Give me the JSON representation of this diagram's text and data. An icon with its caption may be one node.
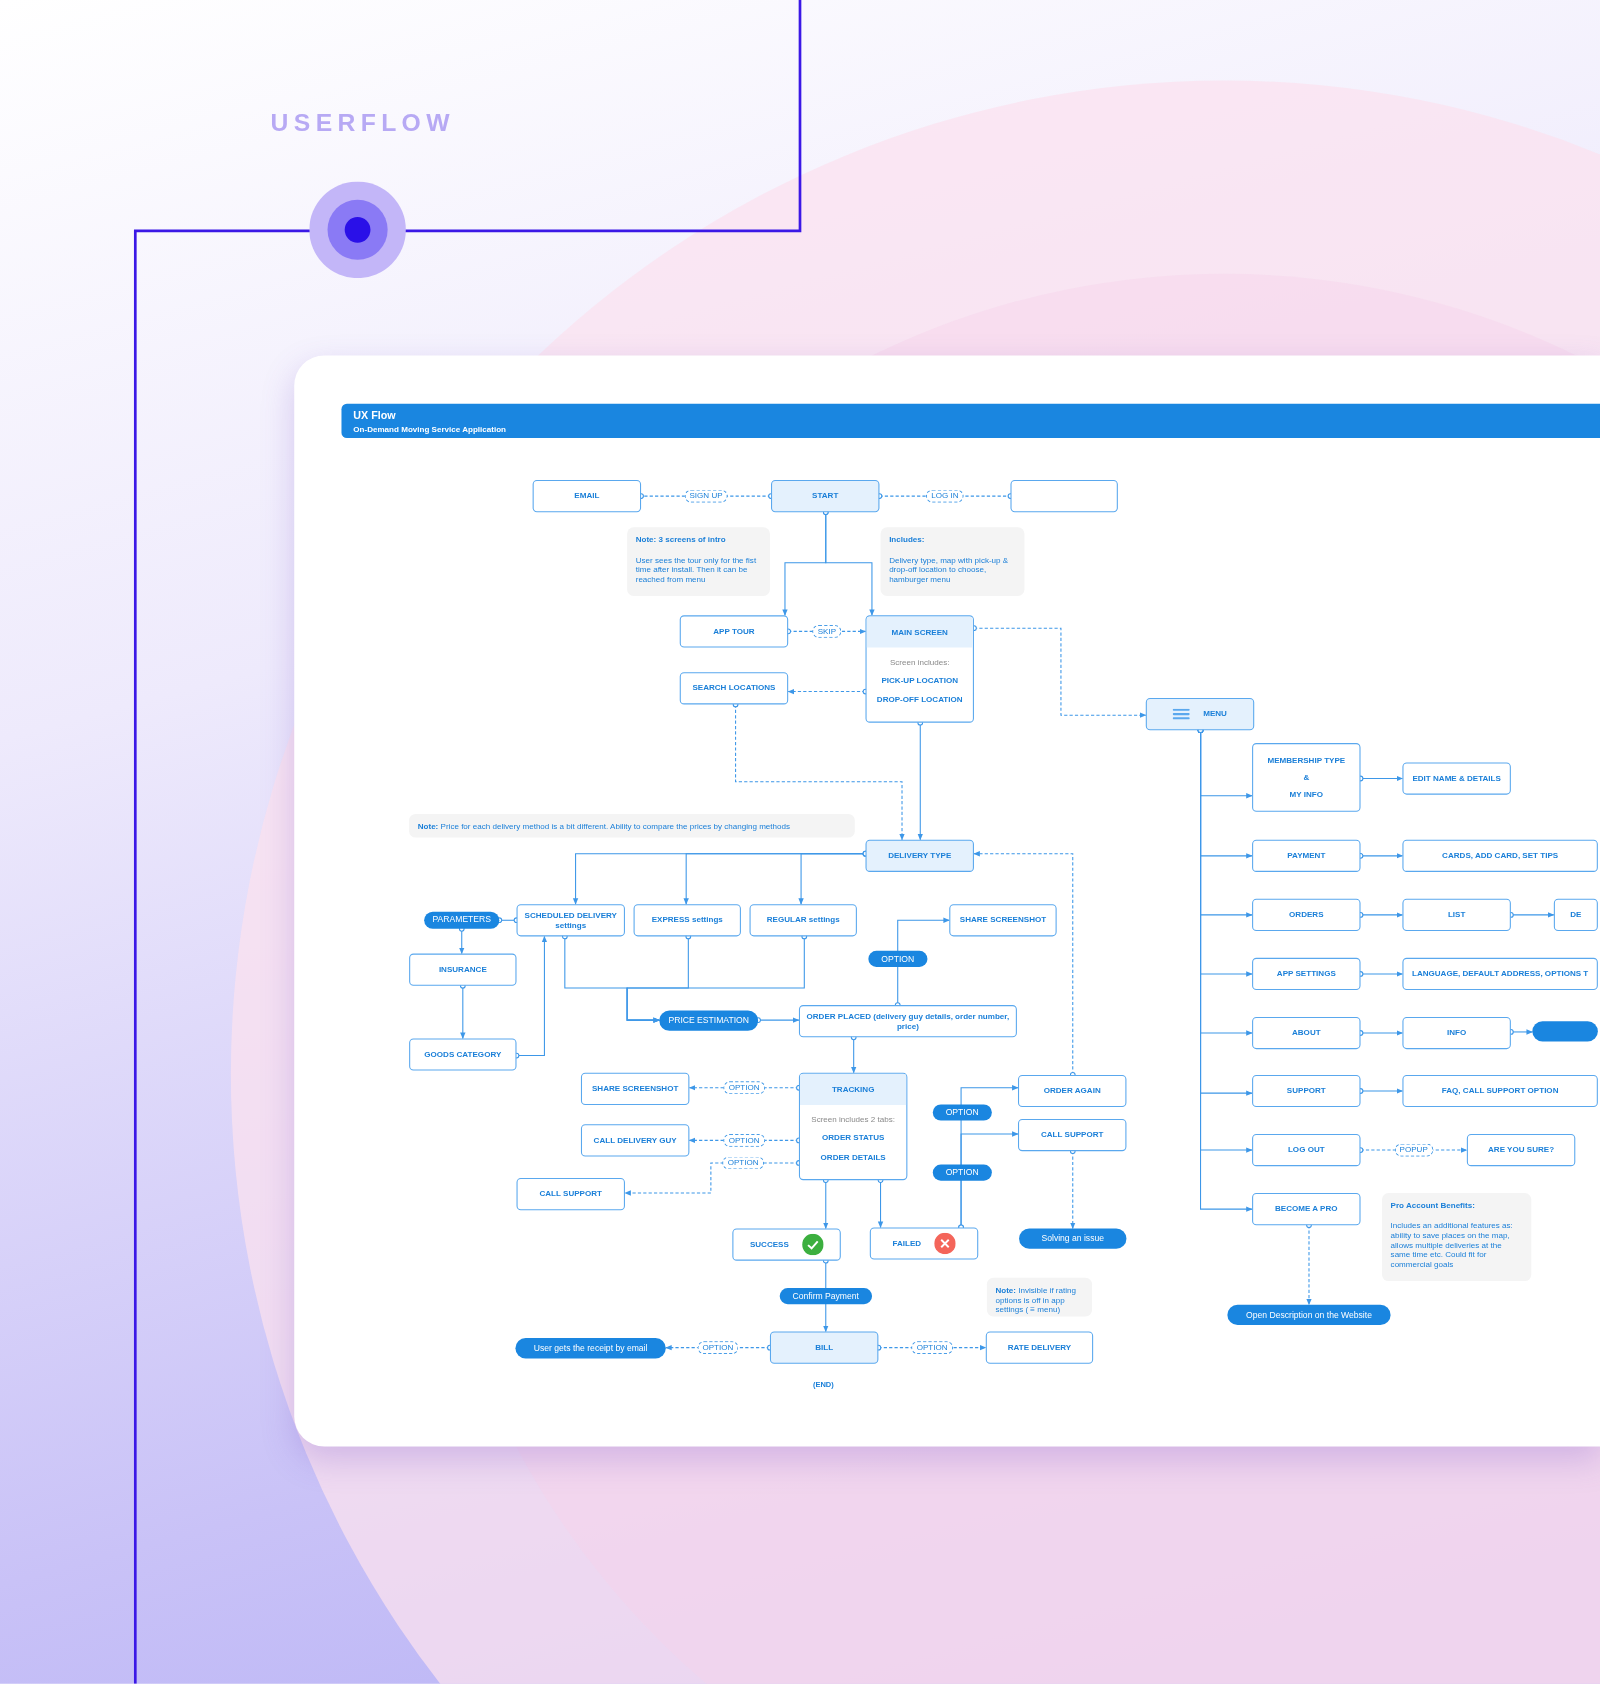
{
  "diagram": {
    "title": "USERFLOW",
    "nodes": [
      {
        "text": [
          "EMAIL"
        ]
      },
      {
        "text": [
          "START"
        ]
      },
      {
        "text": [],
        "shape": "box"
      },
      {
        "text": [
          "Note: 3 screens of intro",
          "User sees the tour only for the fist time after install. Then it can be reached from menu"
        ]
      },
      {
        "text": [
          "Includes:",
          "Delivery type, map with pick-up & drop-off location to choose, hamburger menu"
        ]
      },
      {
        "text": [
          "APP TOUR"
        ]
      },
      {
        "text": [
          "MAIN SCREEN",
          "Screen includes:",
          "PICK-UP LOCATION",
          "DROP-OFF LOCATION"
        ]
      },
      {
        "text": [
          "SEARCH LOCATIONS"
        ]
      },
      {
        "text": [
          "MENU"
        ]
      },
      {
        "text": [
          "MEMBERSHIP TYPE",
          "&",
          "MY INFO"
        ]
      },
      {
        "text": [
          "EDIT NAME & DETAILS"
        ]
      },
      {
        "text": [
          "**Note:** Price for each delivery method is a bit different. Ability to compare the prices by changing methods"
        ]
      },
      {
        "text": [
          "DELIVERY TYPE"
        ]
      },
      {
        "text": [
          "PAYMENT"
        ]
      },
      {
        "text": [
          "CARDS, ADD CARD, SET TIPS"
        ]
      },
      {
        "text": [
          "PARAMETERS"
        ]
      },
      {
        "text": [
          "SCHEDULED DELIVERY settings"
        ]
      },
      {
        "text": [
          "EXPRESS settings"
        ]
      },
      {
        "text": [
          "REGULAR settings"
        ]
      },
      {
        "text": [
          "SHARE SCREENSHOT"
        ]
      },
      {
        "text": [
          "ORDERS"
        ]
      },
      {
        "text": [
          "LIST"
        ]
      },
      {
        "text": [
          "DE"
        ]
      },
      {
        "text": [
          "INSURANCE"
        ]
      },
      {
        "text": [
          "APP SETTINGS"
        ]
      },
      {
        "text": [
          "LANGUAGE, DEFAULT ADDRESS, OPTIONS T"
        ]
      },
      {
        "text": [
          "PRICE ESTIMATION"
        ]
      },
      {
        "text": [
          "ORDER PLACED (delivery guy details, order number, price)"
        ]
      },
      {
        "text": [
          "ABOUT"
        ]
      },
      {
        "text": [
          "INFO"
        ]
      },
      {
        "text": [],
        "shape": "pill"
      },
      {
        "text": [
          "GOODS CATEGORY"
        ]
      },
      {
        "text": [
          "SHARE SCREENSHOT"
        ]
      },
      {
        "text": [
          "TRACKING",
          "Screen includes 2 tabs:",
          "ORDER STATUS",
          "ORDER DETAILS"
        ]
      },
      {
        "text": [
          "ORDER AGAIN"
        ]
      },
      {
        "text": [
          "SUPPORT"
        ]
      },
      {
        "text": [
          "FAQ, CALL SUPPORT OPTION"
        ]
      },
      {
        "text": [
          "CALL SUPPORT"
        ]
      },
      {
        "text": [
          "CALL DELIVERY GUY"
        ]
      },
      {
        "text": [
          "LOG OUT"
        ]
      },
      {
        "text": [
          "ARE YOU SURE?"
        ]
      },
      {
        "text": [
          "CALL SUPPORT"
        ]
      },
      {
        "text": [
          "BECOME A PRO"
        ]
      },
      {
        "text": [
          "Pro Account Benefits:",
          "Includes an additional features as: ability to save places on the map, allows multiple deliveries at the same time etc. Could fit for commercial goals"
        ]
      },
      {
        "text": [
          "SUCCESS"
        ]
      },
      {
        "text": [
          "FAILED"
        ]
      },
      {
        "text": [
          "Solving an issue"
        ]
      },
      {
        "text": [
          "**Note:** Invisible if rating options is off in app settings ( ≡ menu)"
        ]
      },
      {
        "text": [
          "Open Description on the Website"
        ]
      },
      {
        "text": [
          "User gets the receipt by email"
        ]
      },
      {
        "text": [
          "BILL"
        ]
      },
      {
        "text": [
          "RATE DELIVERY"
        ]
      }
    ],
    "edges": [
      {
        "from": 1,
        "to": 0,
        "arrow": "other",
        "label": "SIGN UP",
        "style": "dashed"
      },
      {
        "from": 1,
        "to": 2,
        "arrow": "other",
        "label": "LOG IN",
        "style": "dashed"
      },
      {
        "from": 1,
        "to": 5,
        "arrow": "to"
      },
      {
        "from": 1,
        "to": 6,
        "arrow": "to"
      },
      {
        "from": 5,
        "to": 6,
        "arrow": "to",
        "label": "SKIP",
        "style": "dashed"
      },
      {
        "from": 6,
        "to": 7,
        "arrow": "to",
        "style": "dashed"
      },
      {
        "from": 6,
        "to": 8,
        "arrow": "to",
        "style": "dashed"
      },
      {
        "from": 7,
        "to": 12,
        "arrow": "to",
        "style": "dashed"
      },
      {
        "from": 6,
        "to": 12,
        "arrow": "to"
      },
      {
        "from": 12,
        "to": 16,
        "arrow": "to"
      },
      {
        "from": 12,
        "to": 17,
        "arrow": "to"
      },
      {
        "from": 12,
        "to": 18,
        "arrow": "to"
      },
      {
        "from": 8,
        "to": 9,
        "arrow": "to"
      },
      {
        "from": 8,
        "to": 13,
        "arrow": "to"
      },
      {
        "from": 8,
        "to": 20,
        "arrow": "to"
      },
      {
        "from": 8,
        "to": 24,
        "arrow": "to"
      },
      {
        "from": 8,
        "to": 28,
        "arrow": "to"
      },
      {
        "from": 8,
        "to": 35,
        "arrow": "to"
      },
      {
        "from": 8,
        "to": 39,
        "arrow": "to"
      },
      {
        "from": 8,
        "to": 42,
        "arrow": "to"
      },
      {
        "from": 9,
        "to": 10,
        "arrow": "to"
      },
      {
        "from": 13,
        "to": 14,
        "arrow": "to"
      },
      {
        "from": 20,
        "to": 21,
        "arrow": "to"
      },
      {
        "from": 21,
        "to": 22,
        "arrow": "to"
      },
      {
        "from": 24,
        "to": 25,
        "arrow": "to"
      },
      {
        "from": 28,
        "to": 29,
        "arrow": "to"
      },
      {
        "from": 29,
        "to": 30,
        "arrow": "to"
      },
      {
        "from": 35,
        "to": 36,
        "arrow": "to"
      },
      {
        "from": 39,
        "to": 40,
        "arrow": "to",
        "label": "POPUP",
        "style": "dashed"
      },
      {
        "from": 15,
        "to": 16,
        "arrow": "other"
      },
      {
        "from": 15,
        "to": 23,
        "arrow": "to"
      },
      {
        "from": 23,
        "to": 31,
        "arrow": "to"
      },
      {
        "from": 31,
        "to": 16,
        "arrow": "to"
      },
      {
        "from": 16,
        "to": 26,
        "arrow": "to"
      },
      {
        "from": 17,
        "to": 26,
        "arrow": "to"
      },
      {
        "from": 18,
        "to": 26,
        "arrow": "to"
      },
      {
        "from": 26,
        "to": 27,
        "arrow": "to"
      },
      {
        "from": 27,
        "to": 19,
        "arrow": "to",
        "label": "OPTION"
      },
      {
        "from": 27,
        "to": 33,
        "arrow": "to"
      },
      {
        "from": 34,
        "to": 12,
        "arrow": "to",
        "style": "dashed"
      },
      {
        "from": 33,
        "to": 32,
        "arrow": "to",
        "label": "OPTION",
        "style": "dashed"
      },
      {
        "from": 33,
        "to": 38,
        "arrow": "to",
        "label": "OPTION",
        "style": "dashed"
      },
      {
        "from": 33,
        "to": 41,
        "arrow": "to",
        "label": "OPTION",
        "style": "dashed"
      },
      {
        "from": 33,
        "to": 44,
        "arrow": "to"
      },
      {
        "from": 33,
        "to": 45,
        "arrow": "to"
      },
      {
        "from": 45,
        "to": 34,
        "arrow": "to",
        "label": "OPTION"
      },
      {
        "from": 45,
        "to": 37,
        "arrow": "to",
        "label": "OPTION"
      },
      {
        "from": 37,
        "to": 46,
        "arrow": "to",
        "style": "dashed"
      },
      {
        "from": 44,
        "to": 50,
        "arrow": "to",
        "label": "Confirm Payment"
      },
      {
        "from": 50,
        "to": 49,
        "arrow": "to",
        "label": "OPTION",
        "style": "dashed"
      },
      {
        "from": 50,
        "to": 51,
        "arrow": "to",
        "label": "OPTION",
        "style": "dashed"
      },
      {
        "from": 42,
        "to": 48,
        "arrow": "to",
        "style": "dashed"
      }
    ],
    "labels": [
      "UX Flow",
      "On-Demand Moving Service Application",
      "(END)"
    ]
  }
}
